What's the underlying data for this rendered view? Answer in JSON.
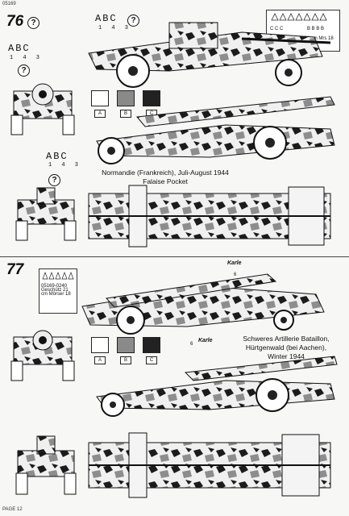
{
  "header": {
    "catalog_number": "05169"
  },
  "footer": {
    "page_label": "PAGE 12"
  },
  "scheme76": {
    "number": "76",
    "abc_label": "ABC",
    "abc_sub": "1 4 3",
    "caption_line1": "Normandie (Frankreich), Juli-August 1944",
    "caption_line2": "Falaise Pocket",
    "swatches": [
      {
        "label": "A",
        "color": "#ffffff"
      },
      {
        "label": "B",
        "color": "#8a8a8a"
      },
      {
        "label": "C",
        "color": "#222222"
      }
    ],
    "decal_text": "05169-0240 Set 21 cm Mrs 18 Revell 2004"
  },
  "scheme77": {
    "number": "77",
    "marking": "Karle",
    "marking_number": "6",
    "caption_line1": "Schweres Artillerie Bataillon,",
    "caption_line2": "Hürtgenwald (bei Aachen),",
    "caption_line3": "Winter 1944",
    "swatches": [
      {
        "label": "A",
        "color": "#ffffff"
      },
      {
        "label": "B",
        "color": "#8a8a8a"
      },
      {
        "label": "C",
        "color": "#222222"
      }
    ],
    "decal_text": "05169-0240 Geschütz 21 cm Mörser 18"
  },
  "question_mark": "?"
}
